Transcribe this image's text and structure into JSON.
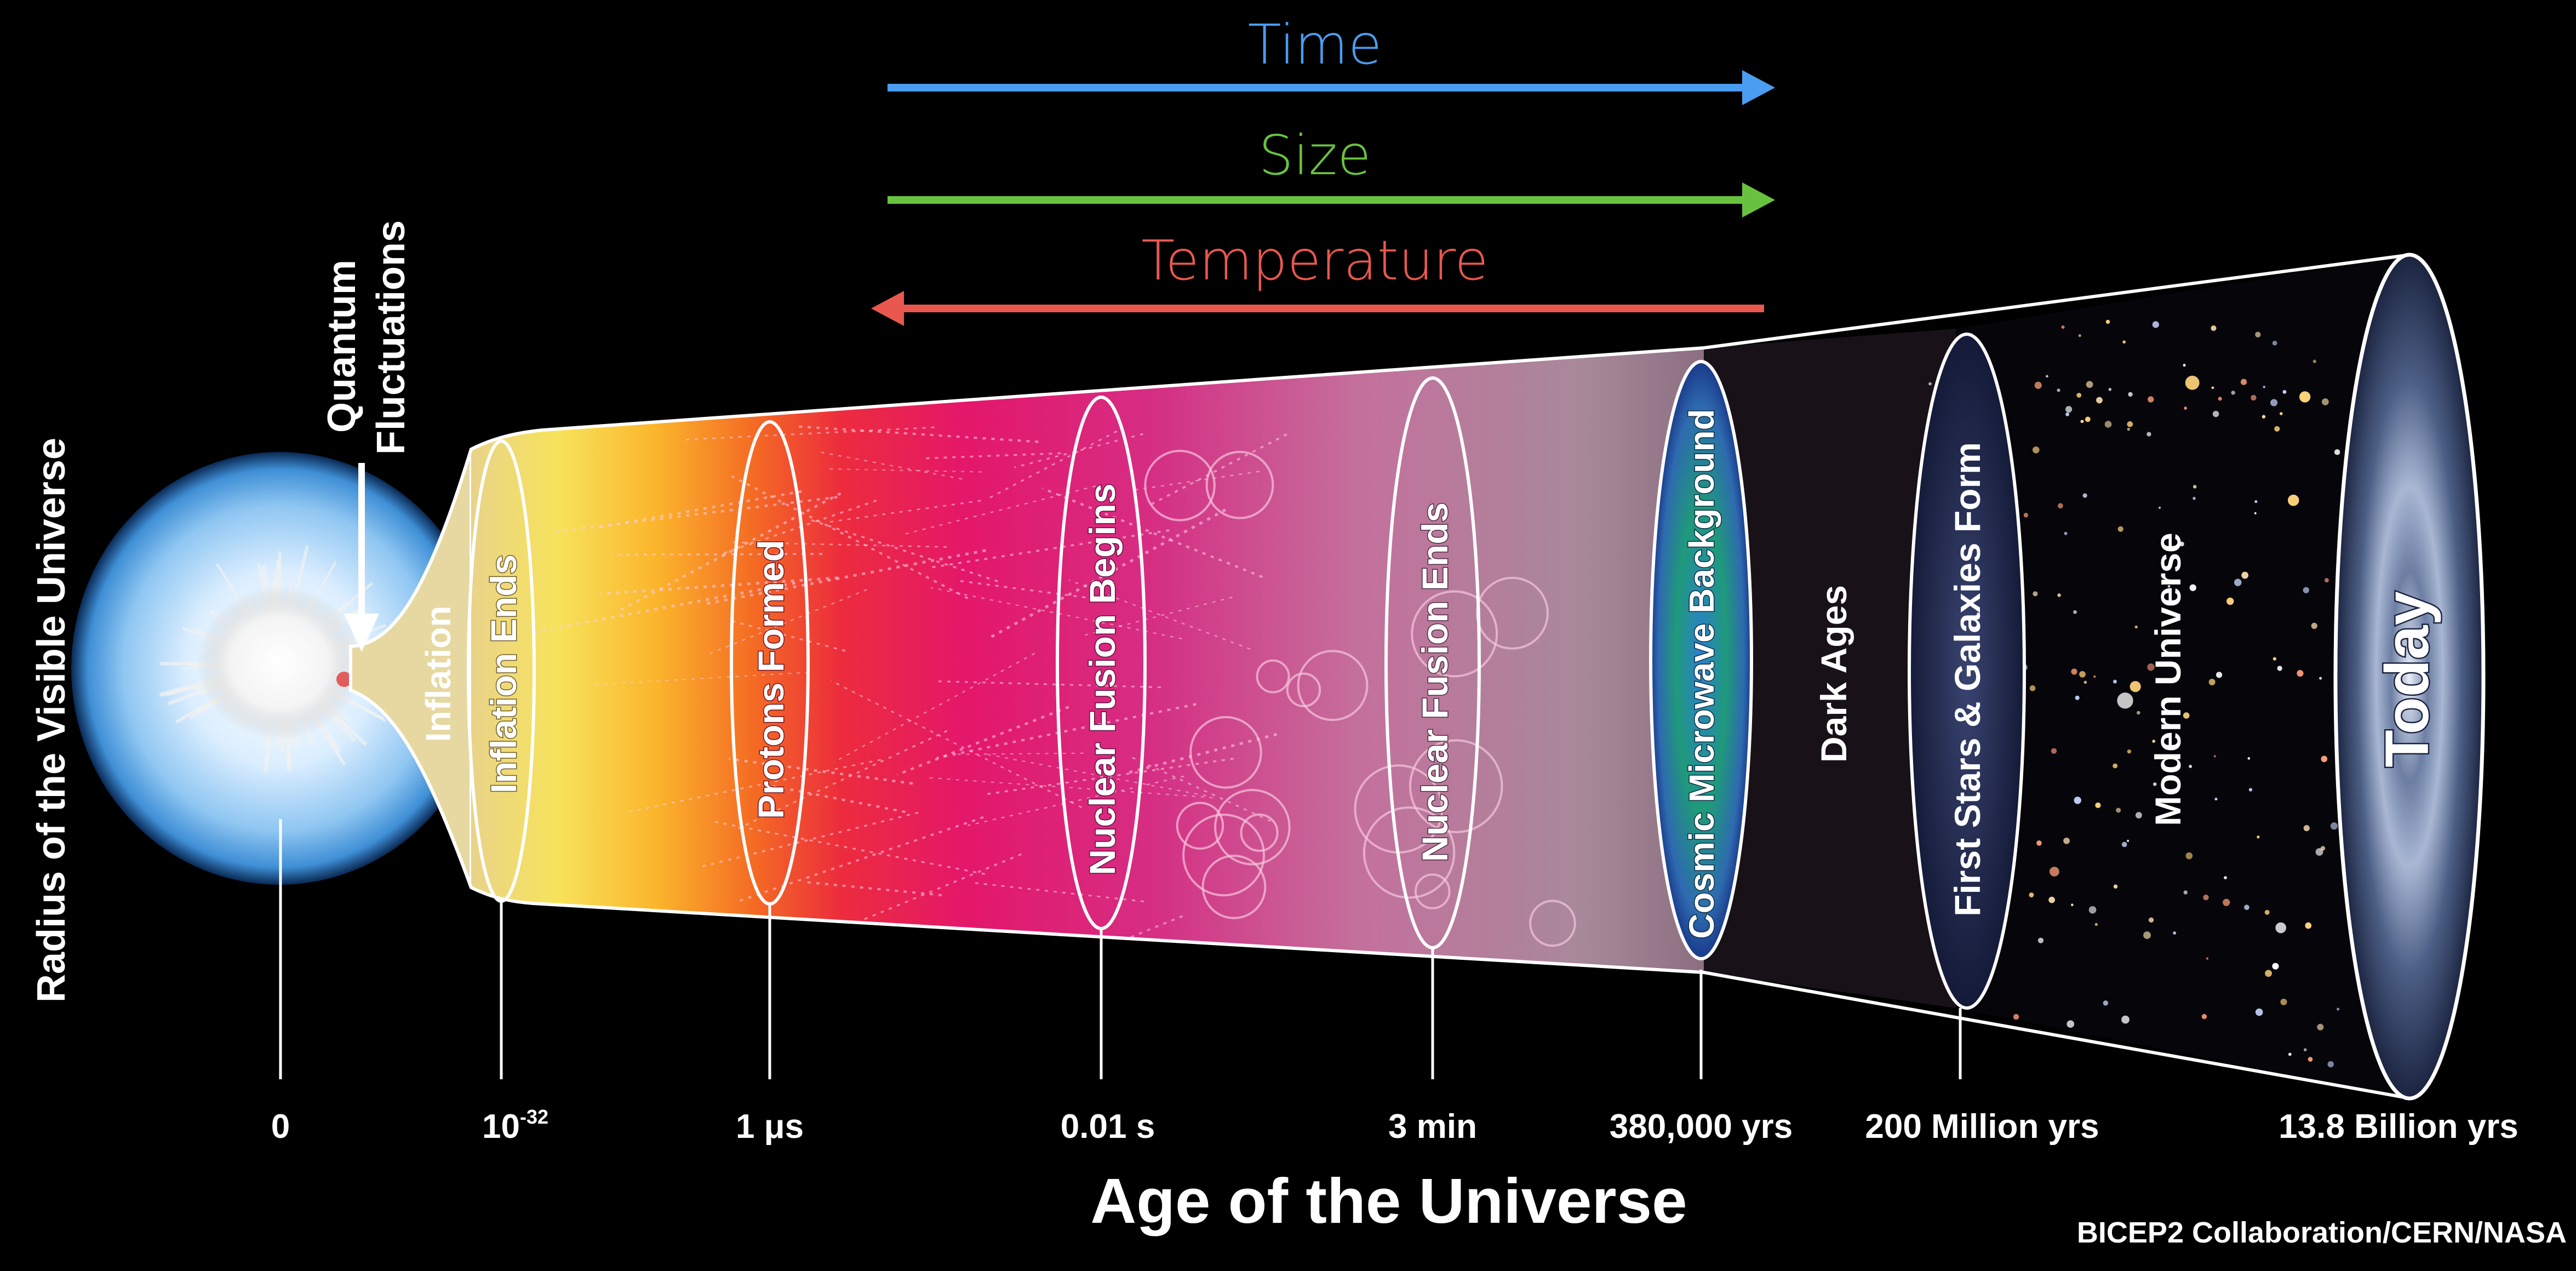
{
  "colors": {
    "time": "#4a9df0",
    "size": "#69c23f",
    "temperature": "#e8584f",
    "background": "#000000",
    "outline": "#ffffff"
  },
  "arrows": {
    "time": {
      "label": "Time",
      "direction": "right"
    },
    "size": {
      "label": "Size",
      "direction": "right"
    },
    "temperature": {
      "label": "Temperature",
      "direction": "left"
    }
  },
  "y_axis_label": "Radius of the Visible Universe",
  "annotation": {
    "line1": "Quantum",
    "line2": "Fluctuations"
  },
  "epochs": [
    {
      "id": "inflation",
      "label": "Inflation"
    },
    {
      "id": "inflation-ends",
      "label": "Inflation Ends"
    },
    {
      "id": "protons-formed",
      "label": "Protons Formed"
    },
    {
      "id": "nuclear-fusion-begins",
      "label": "Nuclear Fusion Begins"
    },
    {
      "id": "nuclear-fusion-ends",
      "label": "Nuclear Fusion Ends"
    },
    {
      "id": "cmb",
      "label": "Cosmic Microwave Background"
    },
    {
      "id": "dark-ages",
      "label": "Dark Ages"
    },
    {
      "id": "first-stars",
      "label": "First Stars & Galaxies Form"
    },
    {
      "id": "modern-universe",
      "label": "Modern Universe"
    },
    {
      "id": "today",
      "label": "Today"
    }
  ],
  "ticks": [
    {
      "id": "zero",
      "label": "0"
    },
    {
      "id": "planck",
      "label": "10",
      "sup": "-32"
    },
    {
      "id": "microsecond",
      "label": "1 μs"
    },
    {
      "id": "centisecond",
      "label": "0.01 s"
    },
    {
      "id": "three-min",
      "label": "3 min"
    },
    {
      "id": "cmb",
      "label": "380,000 yrs"
    },
    {
      "id": "first-stars",
      "label": "200 Million yrs"
    },
    {
      "id": "today",
      "label": "13.8 Billion yrs"
    }
  ],
  "x_axis_title": "Age of the Universe",
  "credit": "BICEP2 Collaboration/CERN/NASA"
}
